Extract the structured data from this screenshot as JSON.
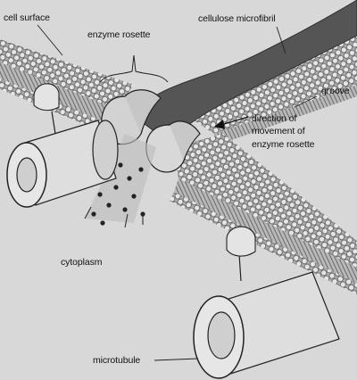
{
  "labels": {
    "cell_surface": "cell surface",
    "enzyme_rosette": "enzyme rosette",
    "cellulose_microfibril": "cellulose microfibril",
    "groove": "groove",
    "direction_line1": "direction of",
    "direction_line2": "movement of",
    "direction_line3": "enzyme rosette",
    "cytoplasm": "cytoplasm",
    "microtubule": "microtubule"
  }
}
